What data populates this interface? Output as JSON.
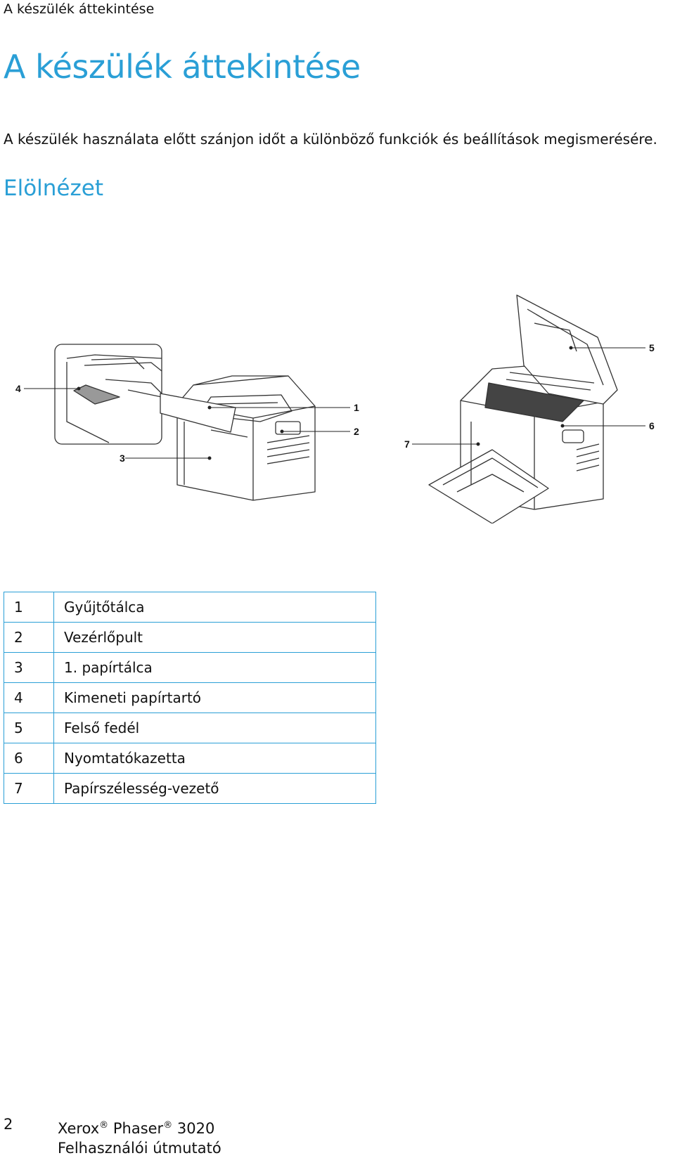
{
  "header": {
    "running_title": "A készülék áttekintése"
  },
  "page_title": "A készülék áttekintése",
  "intro_text": "A készülék használata előtt szánjon időt a különböző funkciók és beállítások megismerésére.",
  "section_title": "Elölnézet",
  "figure": {
    "callouts": [
      "1",
      "2",
      "3",
      "4",
      "5",
      "6",
      "7"
    ]
  },
  "parts": [
    {
      "num": "1",
      "label": "Gyűjtőtálca"
    },
    {
      "num": "2",
      "label": "Vezérlőpult"
    },
    {
      "num": "3",
      "label": "1. papírtálca"
    },
    {
      "num": "4",
      "label": "Kimeneti papírtartó"
    },
    {
      "num": "5",
      "label": "Felső fedél"
    },
    {
      "num": "6",
      "label": "Nyomtatókazetta"
    },
    {
      "num": "7",
      "label": "Papírszélesség-vezető"
    }
  ],
  "footer": {
    "page_number": "2",
    "brand": "Xerox",
    "registered": "®",
    "product": "Phaser",
    "model": "3020",
    "guide": "Felhasználói útmutató"
  },
  "colors": {
    "accent": "#2a9fd6",
    "text": "#111111"
  }
}
